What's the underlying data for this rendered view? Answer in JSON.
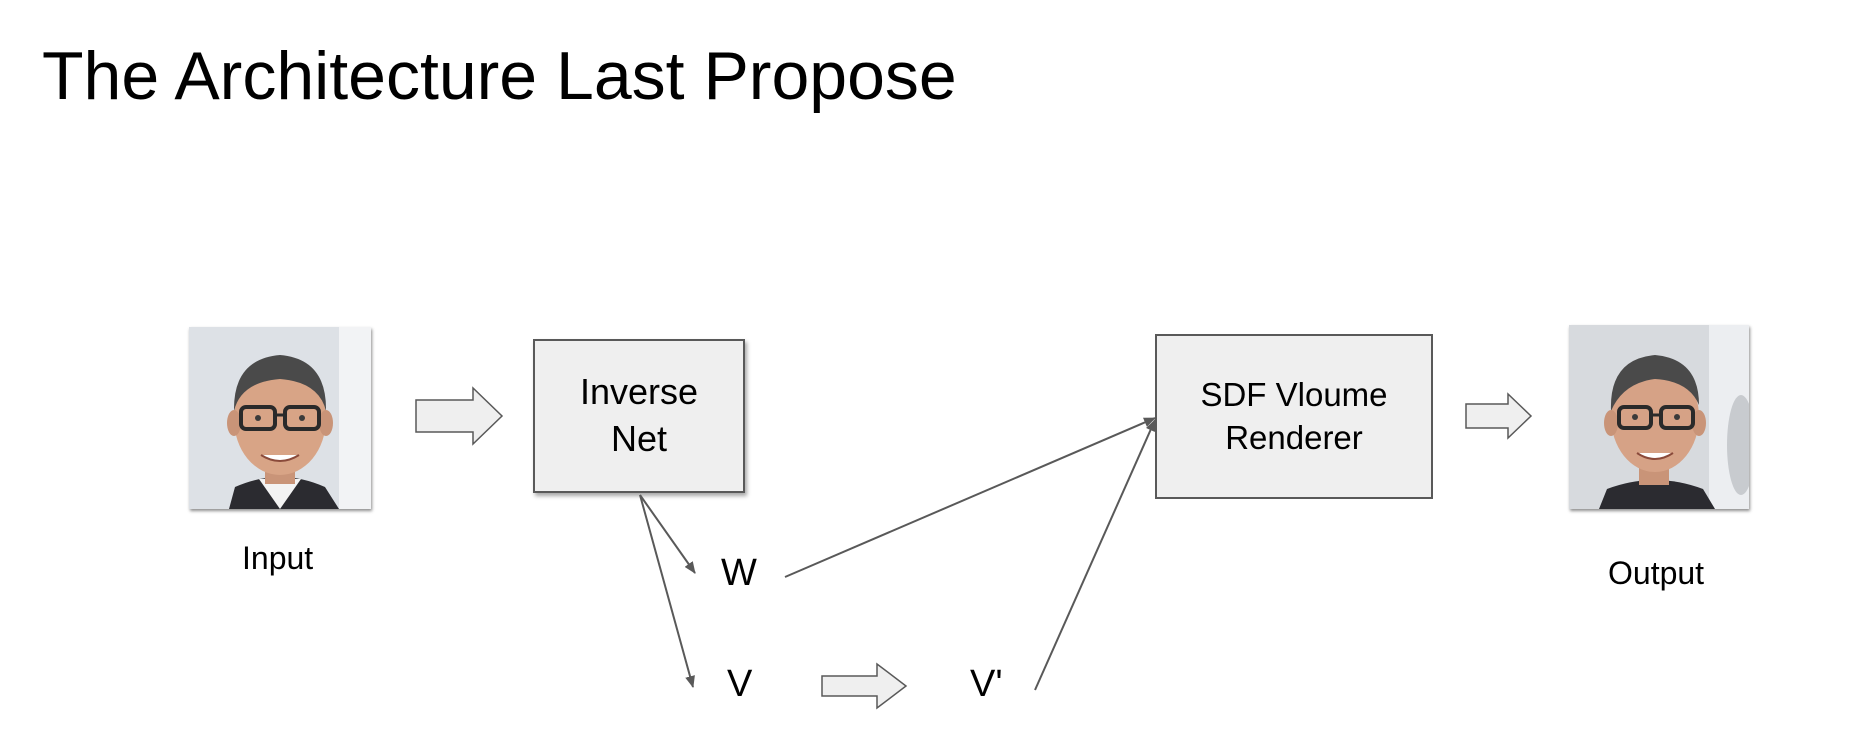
{
  "title": "The Architecture Last Propose",
  "nodes": {
    "input_label": "Input",
    "output_label": "Output",
    "inverse_net": [
      "Inverse",
      "Net"
    ],
    "renderer": [
      "SDF Vloume",
      "Renderer"
    ],
    "w": "W",
    "v": "V",
    "v_prime": "V'"
  },
  "colors": {
    "box_fill": "#efefef",
    "box_border": "#595959",
    "arrow": "#595959",
    "block_arrow_fill": "#efefef"
  }
}
